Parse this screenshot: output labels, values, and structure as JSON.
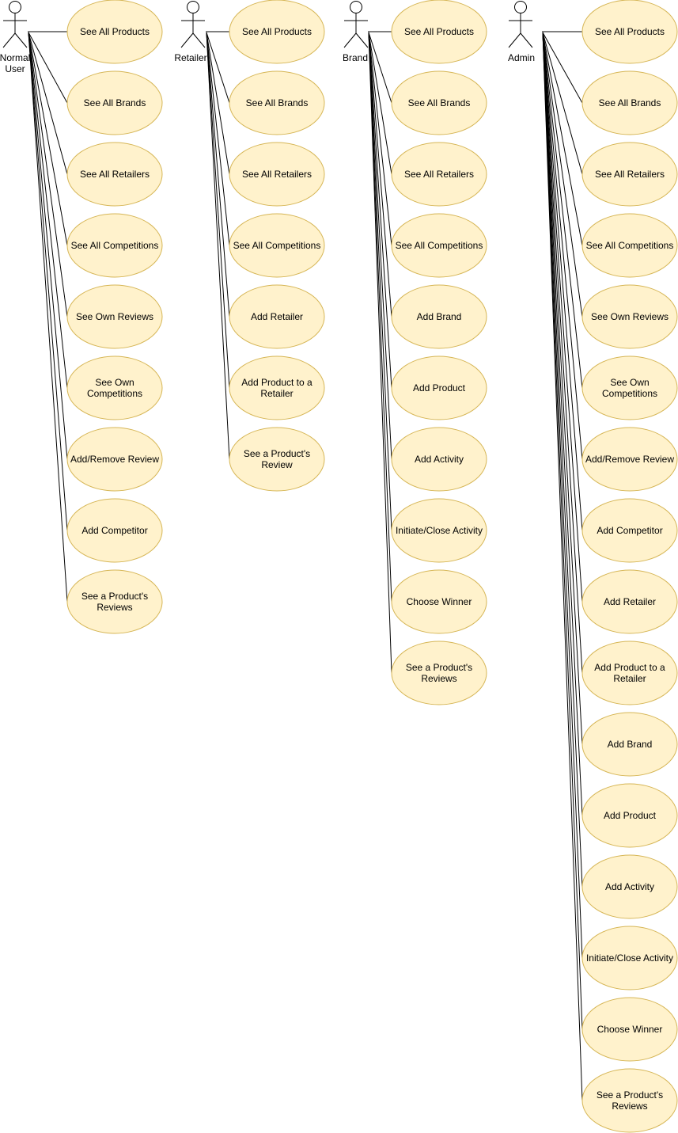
{
  "colors": {
    "use_case_fill": "#fff2cc",
    "use_case_stroke": "#d6b656",
    "line": "#000000",
    "text": "#000000"
  },
  "actors": [
    {
      "id": "normal-user",
      "label_lines": [
        "Normal",
        "User"
      ],
      "use_cases": [
        [
          "See All Products"
        ],
        [
          "See All Brands"
        ],
        [
          "See All Retailers"
        ],
        [
          "See All Competitions"
        ],
        [
          "See Own Reviews"
        ],
        [
          "See Own",
          "Competitions"
        ],
        [
          "Add/Remove Review"
        ],
        [
          "Add Competitor"
        ],
        [
          "See a Product's",
          "Reviews"
        ]
      ]
    },
    {
      "id": "retailer",
      "label_lines": [
        "Retailer"
      ],
      "use_cases": [
        [
          "See All Products"
        ],
        [
          "See All Brands"
        ],
        [
          "See All Retailers"
        ],
        [
          "See All Competitions"
        ],
        [
          "Add Retailer"
        ],
        [
          "Add Product to a",
          "Retailer"
        ],
        [
          "See a Product's",
          "Review"
        ]
      ]
    },
    {
      "id": "brand",
      "label_lines": [
        "Brand"
      ],
      "use_cases": [
        [
          "See All Products"
        ],
        [
          "See All Brands"
        ],
        [
          "See All Retailers"
        ],
        [
          "See All Competitions"
        ],
        [
          "Add Brand"
        ],
        [
          "Add Product"
        ],
        [
          "Add Activity"
        ],
        [
          "Initiate/Close Activity"
        ],
        [
          "Choose Winner"
        ],
        [
          "See a Product's",
          "Reviews"
        ]
      ]
    },
    {
      "id": "admin",
      "label_lines": [
        "Admin"
      ],
      "use_cases": [
        [
          "See All Products"
        ],
        [
          "See All Brands"
        ],
        [
          "See All Retailers"
        ],
        [
          "See All Competitions"
        ],
        [
          "See Own Reviews"
        ],
        [
          "See Own",
          "Competitions"
        ],
        [
          "Add/Remove Review"
        ],
        [
          "Add Competitor"
        ],
        [
          "Add Retailer"
        ],
        [
          "Add Product to a",
          "Retailer"
        ],
        [
          "Add Brand"
        ],
        [
          "Add Product"
        ],
        [
          "Add Activity"
        ],
        [
          "Initiate/Close Activity"
        ],
        [
          "Choose Winner"
        ],
        [
          "See a Product's",
          "Reviews"
        ]
      ]
    }
  ]
}
